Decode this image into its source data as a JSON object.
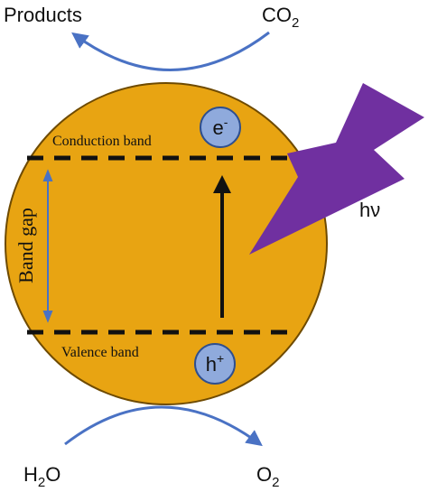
{
  "labels": {
    "products": "Products",
    "co2_base": "CO",
    "co2_sub": "2",
    "h2o_h": "H",
    "h2o_sub": "2",
    "h2o_o": "O",
    "o2_base": "O",
    "o2_sub": "2",
    "conduction_band": "Conduction band",
    "valence_band": "Valence band",
    "band_gap": "Band gap",
    "electron_base": "e",
    "electron_sup": "-",
    "hole_base": "h",
    "hole_sup": "+",
    "photon": "hν"
  },
  "colors": {
    "particle": "#E8A412",
    "particle_edge": "#6E4A00",
    "charge_fill": "#8FAADC",
    "charge_edge": "#2E4F8F",
    "arrow_blue": "#4A72C4",
    "band_line": "#111111",
    "lightning": "#7030A0"
  }
}
